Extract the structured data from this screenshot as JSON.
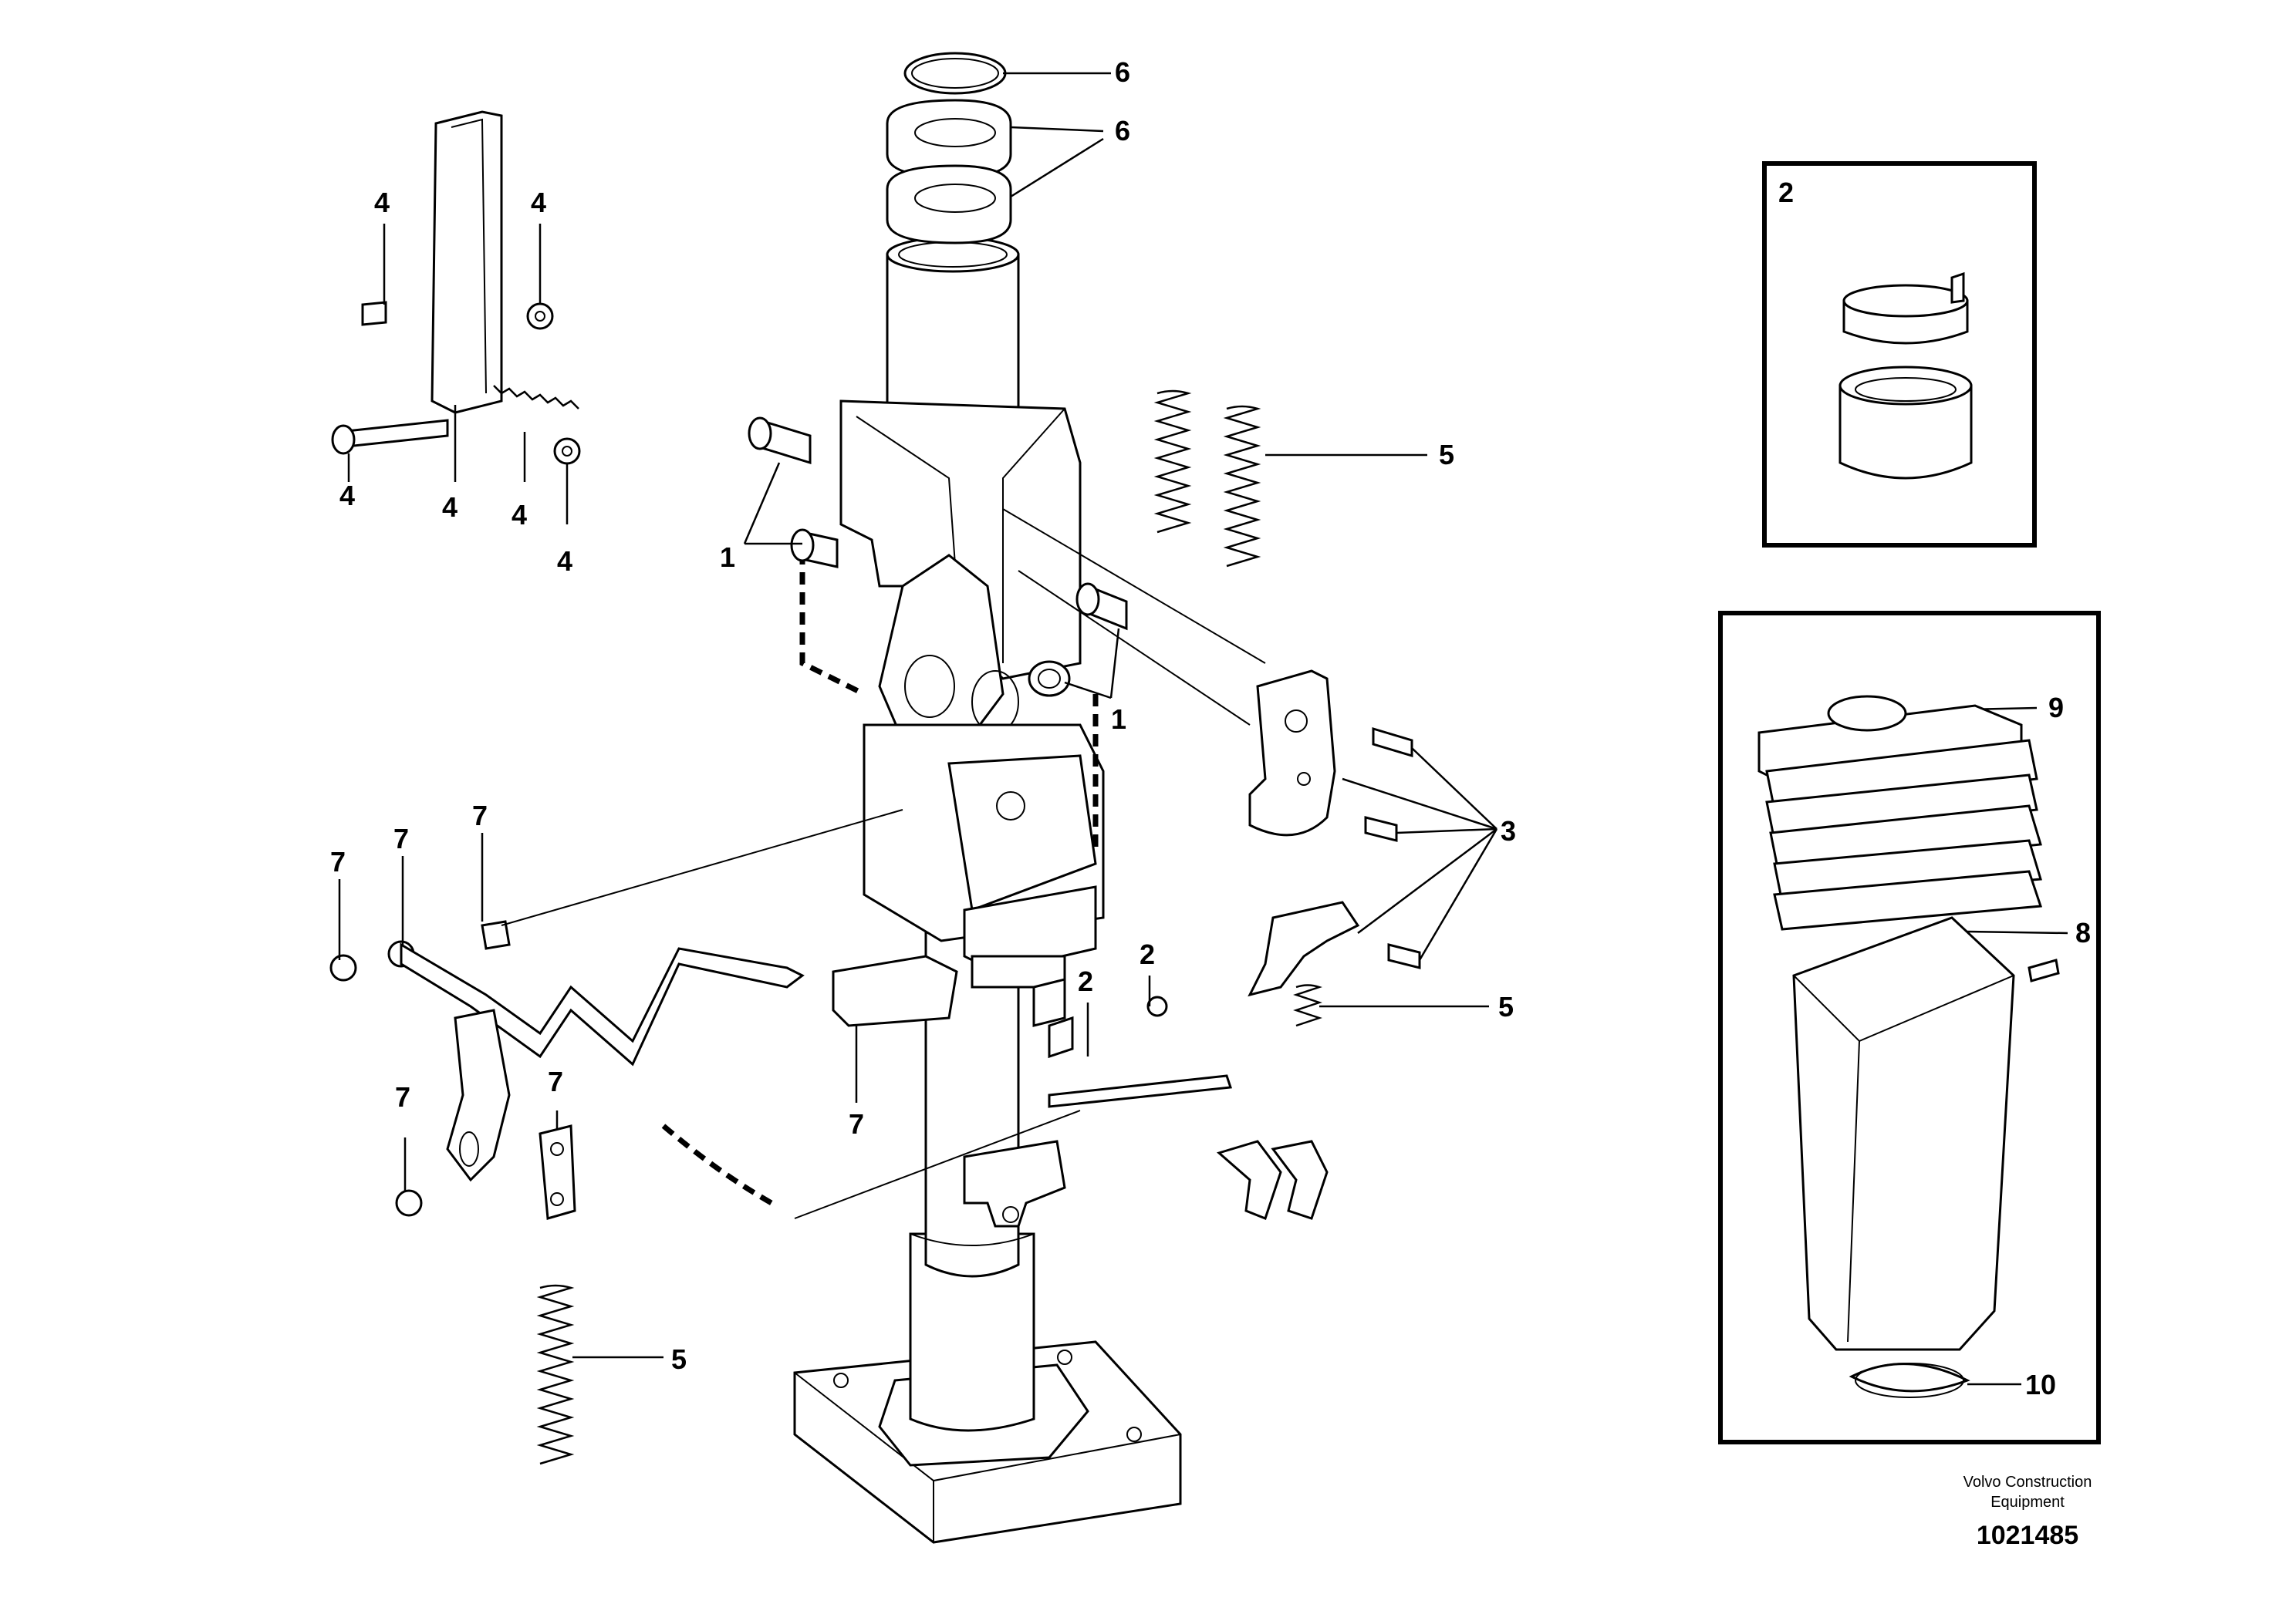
{
  "diagram": {
    "callouts": {
      "c1a": "1",
      "c1b": "1",
      "c2a": "2",
      "c2b": "2",
      "c2inset": "2",
      "c3": "3",
      "c4a": "4",
      "c4b": "4",
      "c4c": "4",
      "c4d": "4",
      "c4e": "4",
      "c4f": "4",
      "c5a": "5",
      "c5b": "5",
      "c5c": "5",
      "c6a": "6",
      "c6b": "6",
      "c7a": "7",
      "c7b": "7",
      "c7c": "7",
      "c7d": "7",
      "c7e": "7",
      "c7f": "7",
      "c8": "8",
      "c9": "9",
      "c10": "10"
    },
    "credit_line1": "Volvo Construction",
    "credit_line2": "Equipment",
    "document_number": "1021485"
  }
}
